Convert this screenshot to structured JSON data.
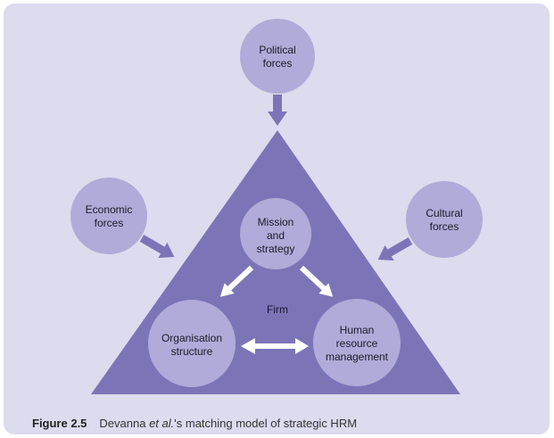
{
  "diagram": {
    "external_forces": {
      "political": "Political\nforces",
      "economic": "Economic\nforces",
      "cultural": "Cultural\nforces"
    },
    "firm_label": "Firm",
    "nodes": {
      "mission": "Mission\nand\nstrategy",
      "organisation": "Organisation\nstructure",
      "hrm": "Human\nresource\nmanagement"
    }
  },
  "caption": {
    "number": "Figure 2.5",
    "author": "Devanna ",
    "et_al": "et al.",
    "rest": "'s matching model of strategic HRM"
  },
  "colors": {
    "background": "#dddbee",
    "triangle": "#7b75b8",
    "circle": "#b0abd8",
    "arrow_outer": "#7b75b8",
    "arrow_inner": "#ffffff"
  }
}
